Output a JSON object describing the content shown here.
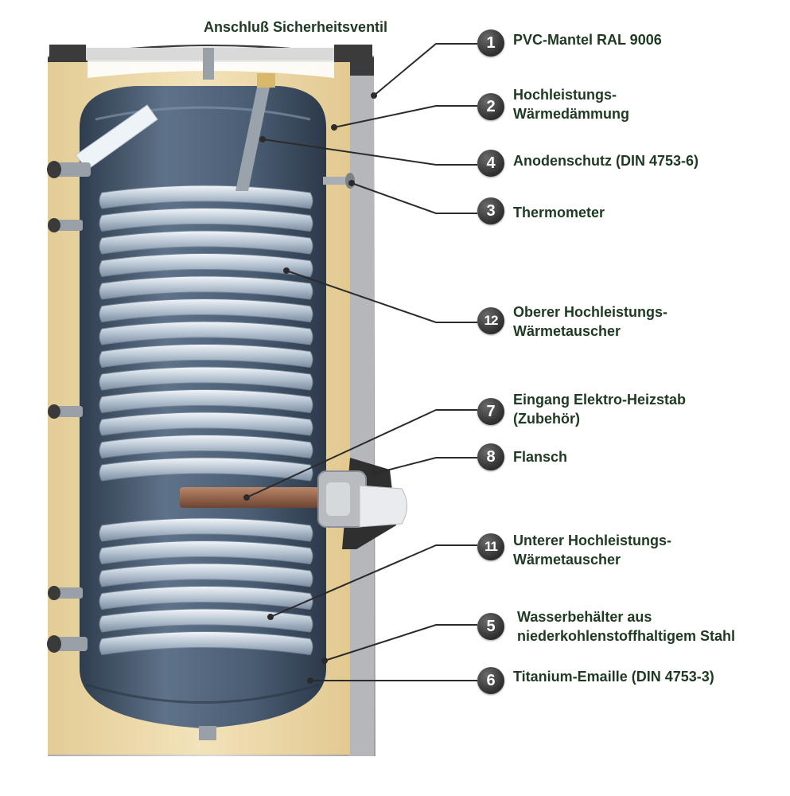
{
  "top_label": "Anschluß Sicherheitsventil",
  "callouts": [
    {
      "number": "1",
      "lines": [
        "PVC-Mantel RAL 9006"
      ]
    },
    {
      "number": "2",
      "lines": [
        "Hochleistungs-",
        "Wärmedämmung"
      ]
    },
    {
      "number": "4",
      "lines": [
        "Anodenschutz (DIN 4753-6)"
      ]
    },
    {
      "number": "3",
      "lines": [
        "Thermometer"
      ]
    },
    {
      "number": "12",
      "lines": [
        "Oberer Hochleistungs-",
        "Wärmetauscher"
      ]
    },
    {
      "number": "7",
      "lines": [
        "Eingang Elektro-Heizstab",
        "(Zubehör)"
      ]
    },
    {
      "number": "8",
      "lines": [
        "Flansch"
      ]
    },
    {
      "number": "11",
      "lines": [
        "Unterer Hochleistungs-",
        "Wärmetauscher"
      ]
    },
    {
      "number": "5",
      "lines": [
        "Wasserbehälter aus",
        "niederkohlenstoffhaltigem Stahl"
      ]
    },
    {
      "number": "6",
      "lines": [
        "Titanium-Emaille (DIN 4753-3)"
      ]
    }
  ],
  "colors": {
    "jacket": "#c4c5c7",
    "insulation": "#ecd9ac",
    "tank": "#4b5d72",
    "coil": "#c9d3df",
    "label_text": "#1f3a22",
    "badge": "#3b3b3b"
  }
}
